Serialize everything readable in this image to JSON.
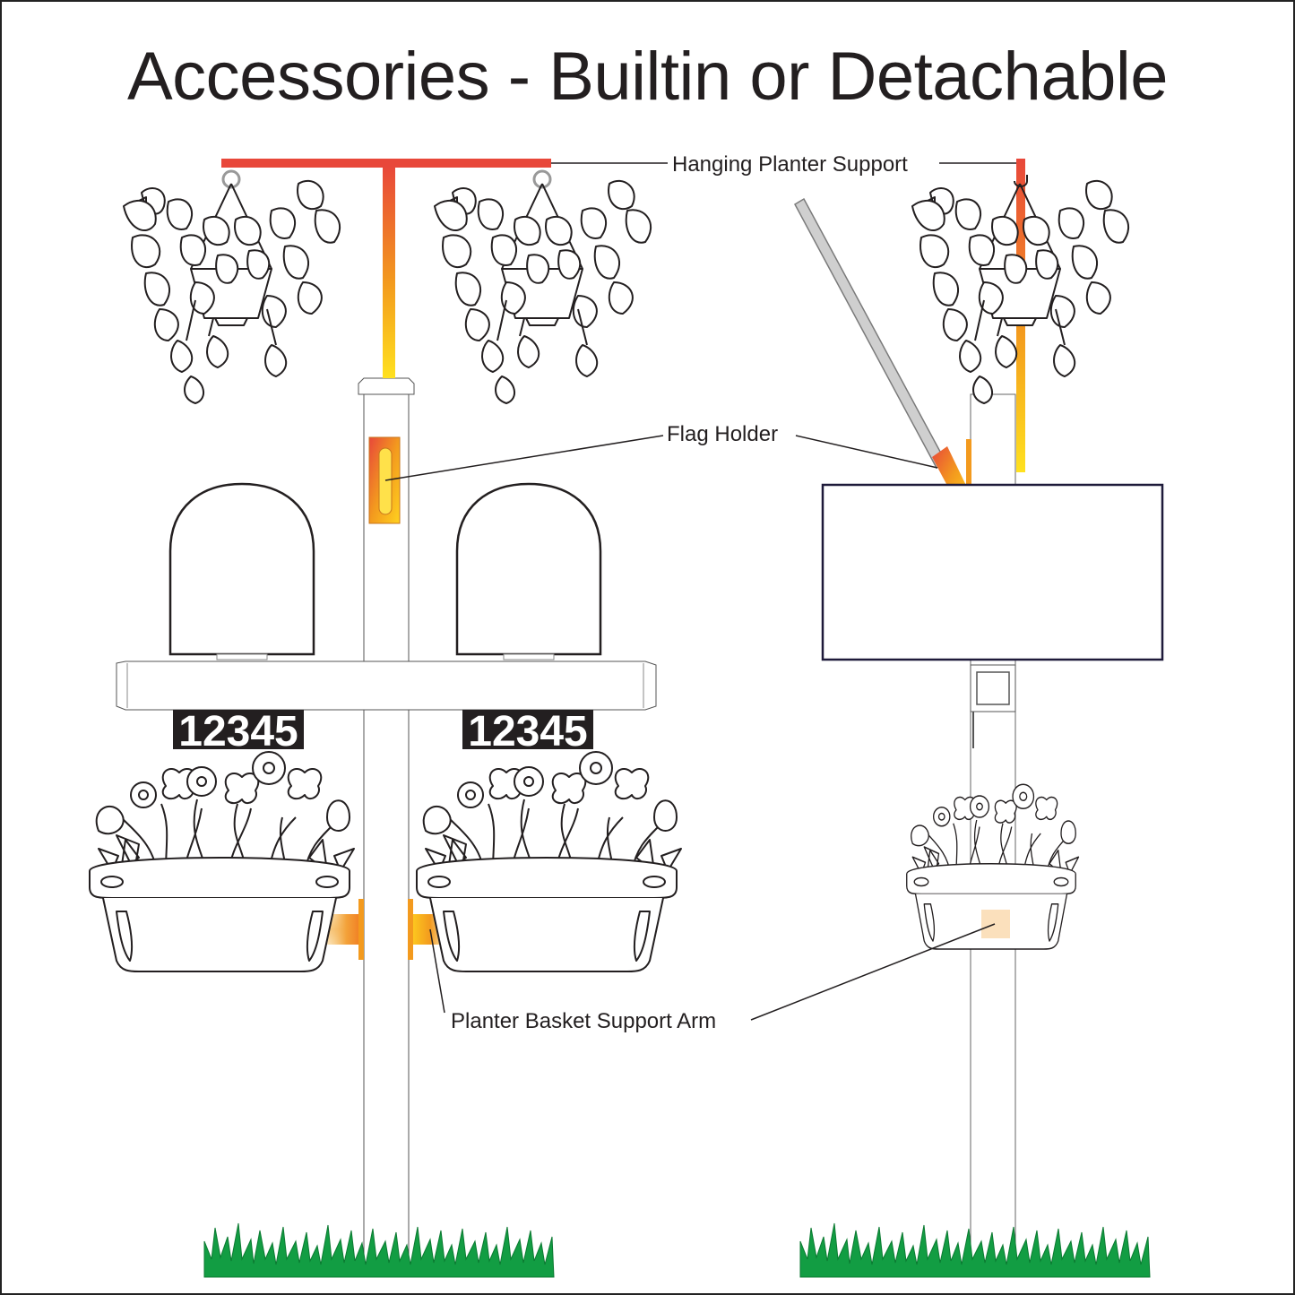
{
  "title": "Accessories - Builtin or Detachable",
  "labels": {
    "hanging_planter_support": "Hanging Planter Support",
    "flag_holder": "Flag Holder",
    "planter_basket_support_arm": "Planter Basket Support Arm"
  },
  "address_numbers": [
    "12345",
    "12345"
  ],
  "colors": {
    "accent_red": "#e8473a",
    "accent_orange": "#f39a1e",
    "accent_yellow": "#ffd21f",
    "grass": "#129d43",
    "outline": "#231f20"
  }
}
